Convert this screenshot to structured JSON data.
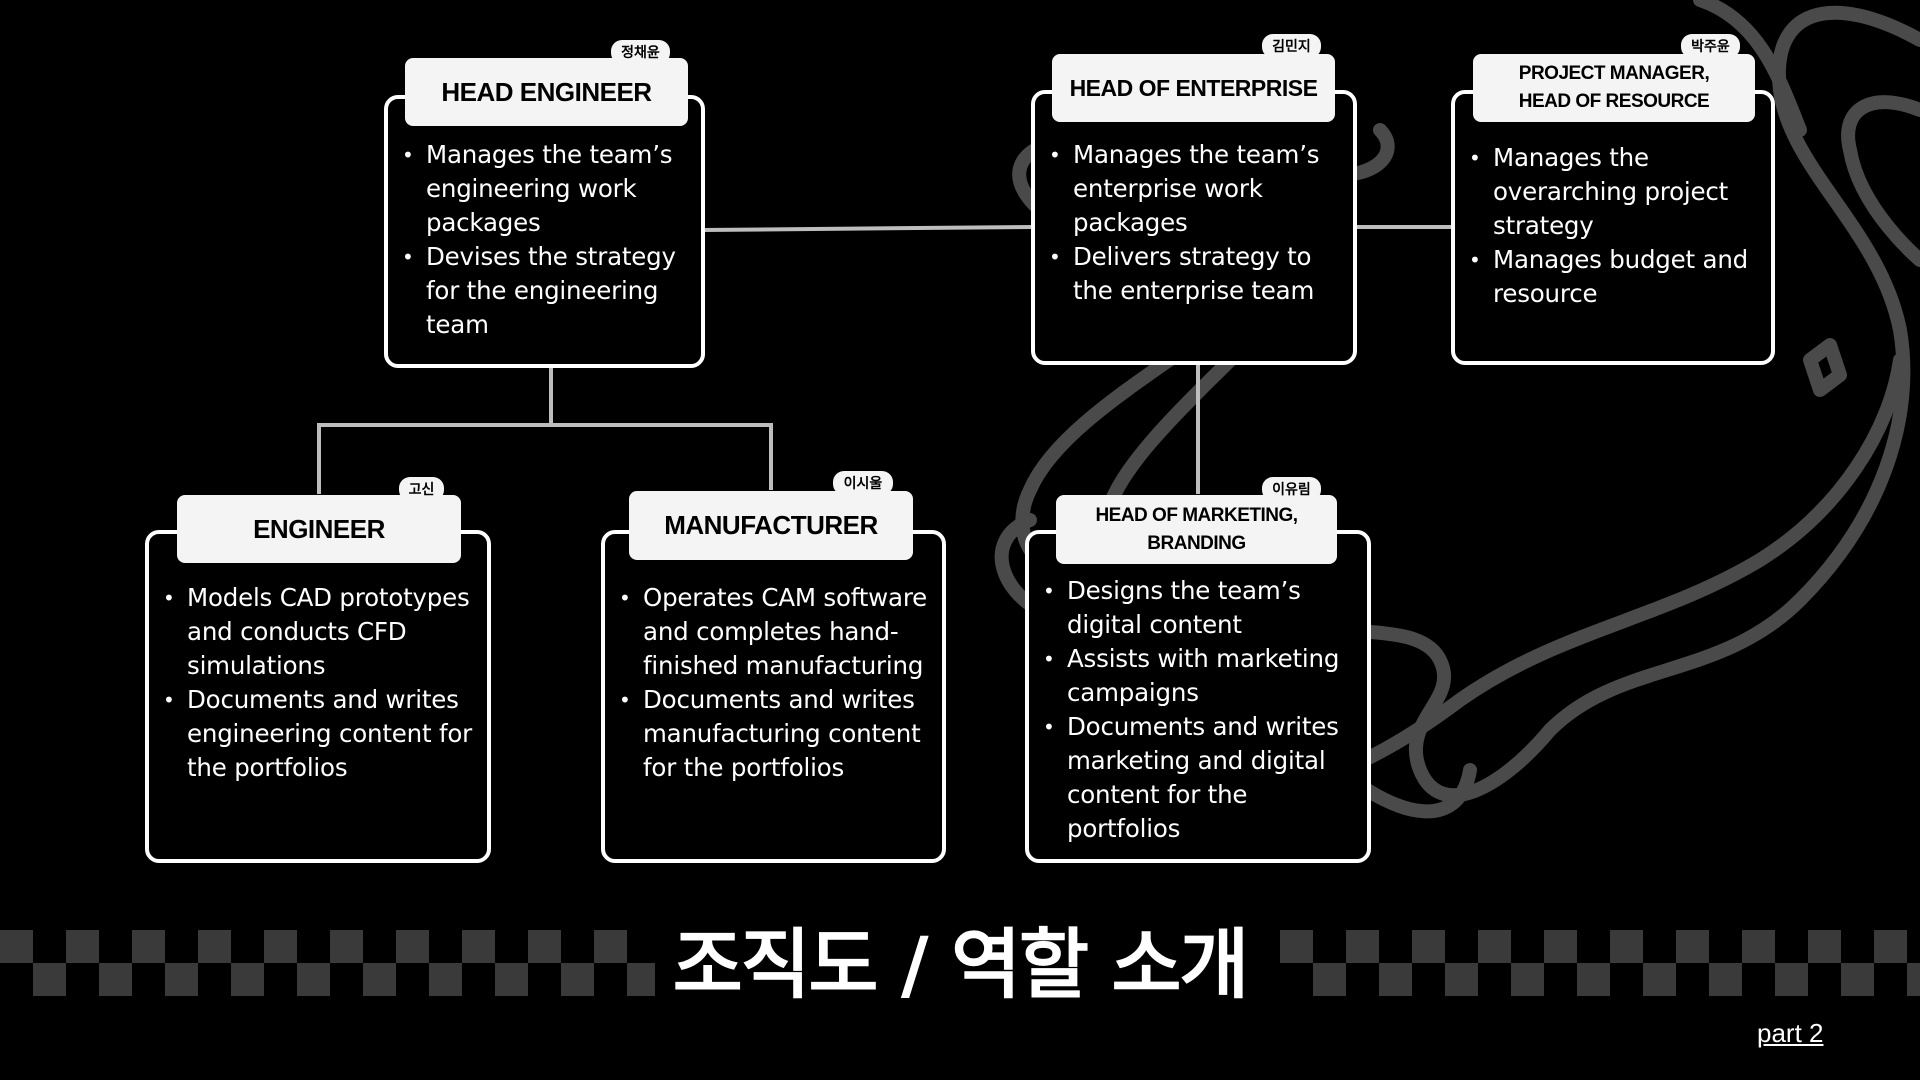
{
  "page_title": "조직도 / 역할 소개",
  "page_part": "part 2",
  "colors": {
    "background": "#000000",
    "card_border": "#ffffff",
    "tab_fill": "#f4f4f4",
    "connector": "#bdbdbd",
    "checker": "#3a3a3a"
  },
  "roles": {
    "head_engineer": {
      "title": "HEAD ENGINEER",
      "name": "정채윤",
      "bullets": [
        "Manages the team’s engineering work packages",
        "Devises the strategy for the engineering team"
      ]
    },
    "head_enterprise": {
      "title": "HEAD OF ENTERPRISE",
      "name": "김민지",
      "bullets": [
        "Manages the team’s enterprise work packages",
        "Delivers strategy to the enterprise team"
      ]
    },
    "project_manager": {
      "title": "PROJECT MANAGER, HEAD OF RESOURCE",
      "name": "박주윤",
      "bullets": [
        "Manages the overarching project strategy",
        "Manages budget and resource"
      ]
    },
    "engineer": {
      "title": "ENGINEER",
      "name": "고신",
      "bullets": [
        "Models CAD prototypes and conducts CFD simulations",
        "Documents and writes engineering content for the portfolios"
      ]
    },
    "manufacturer": {
      "title": "MANUFACTURER",
      "name": "이시울",
      "bullets": [
        "Operates CAM software and completes hand-finished manufacturing",
        "Documents and writes manufacturing content for the portfolios"
      ]
    },
    "head_marketing": {
      "title": "HEAD OF MARKETING, BRANDING",
      "name": "이유림",
      "bullets": [
        "Designs the team’s digital content",
        "Assists with marketing campaigns",
        "Documents and writes marketing and digital content for the portfolios"
      ]
    }
  }
}
